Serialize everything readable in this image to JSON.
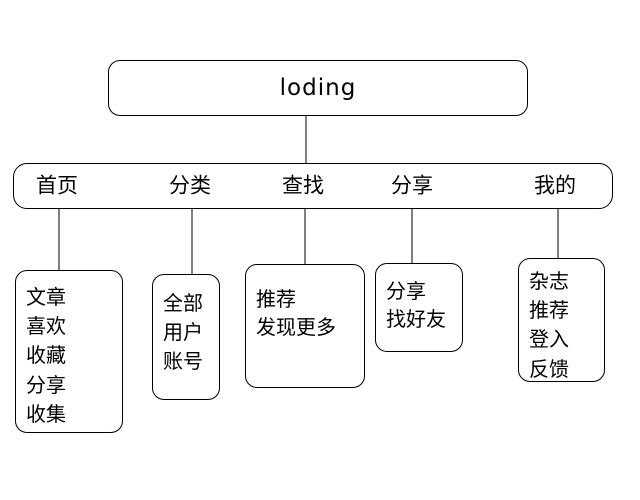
{
  "diagram": {
    "type": "tree",
    "root": {
      "label": "loding"
    },
    "menubar": {
      "items": [
        {
          "label": "首页"
        },
        {
          "label": "分类"
        },
        {
          "label": "查找"
        },
        {
          "label": "分享"
        },
        {
          "label": "我的"
        }
      ]
    },
    "leaves": [
      {
        "parent": "首页",
        "lines": [
          "文章",
          "喜欢",
          "收藏",
          "分享",
          "收集"
        ]
      },
      {
        "parent": "分类",
        "lines": [
          "全部",
          "用户",
          "账号"
        ]
      },
      {
        "parent": "查找",
        "lines": [
          "推荐",
          "发现更多"
        ]
      },
      {
        "parent": "分享",
        "lines": [
          "分享",
          "找好友"
        ]
      },
      {
        "parent": "我的",
        "lines": [
          "杂志",
          "推荐",
          "登入",
          "反馈"
        ]
      }
    ],
    "style": {
      "background": "#ffffff",
      "node_border": "#000000",
      "connector": "#808080",
      "text": "#000000"
    }
  }
}
